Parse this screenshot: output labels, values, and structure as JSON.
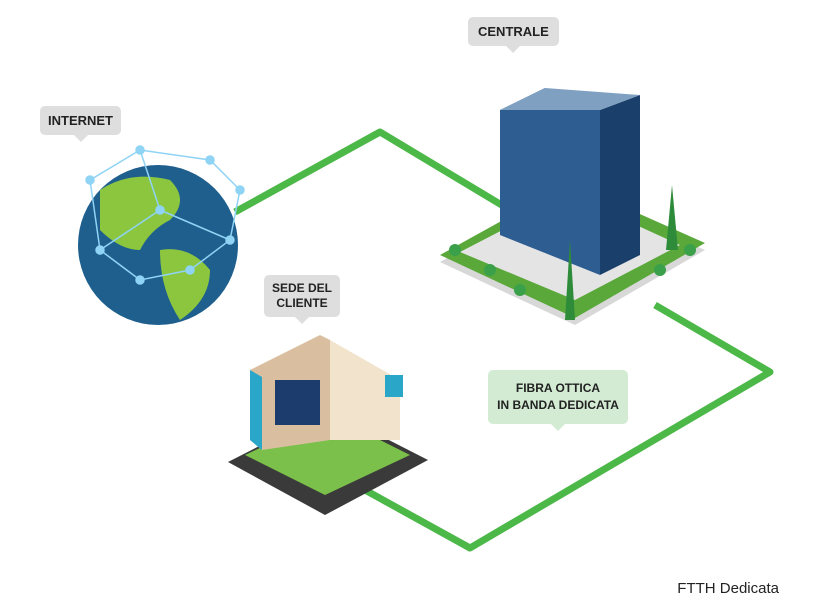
{
  "labels": {
    "internet": "INTERNET",
    "centrale": "CENTRALE",
    "sede_line1": "SEDE DEL",
    "sede_line2": "CLIENTE",
    "fibra_line1": "FIBRA OTTICA",
    "fibra_line2": "IN BANDA DEDICATA"
  },
  "caption": "FTTH Dedicata",
  "colors": {
    "fiber": "#4cb848",
    "label_bg": "#dedede",
    "fiber_label_bg": "#d3ebd3"
  }
}
